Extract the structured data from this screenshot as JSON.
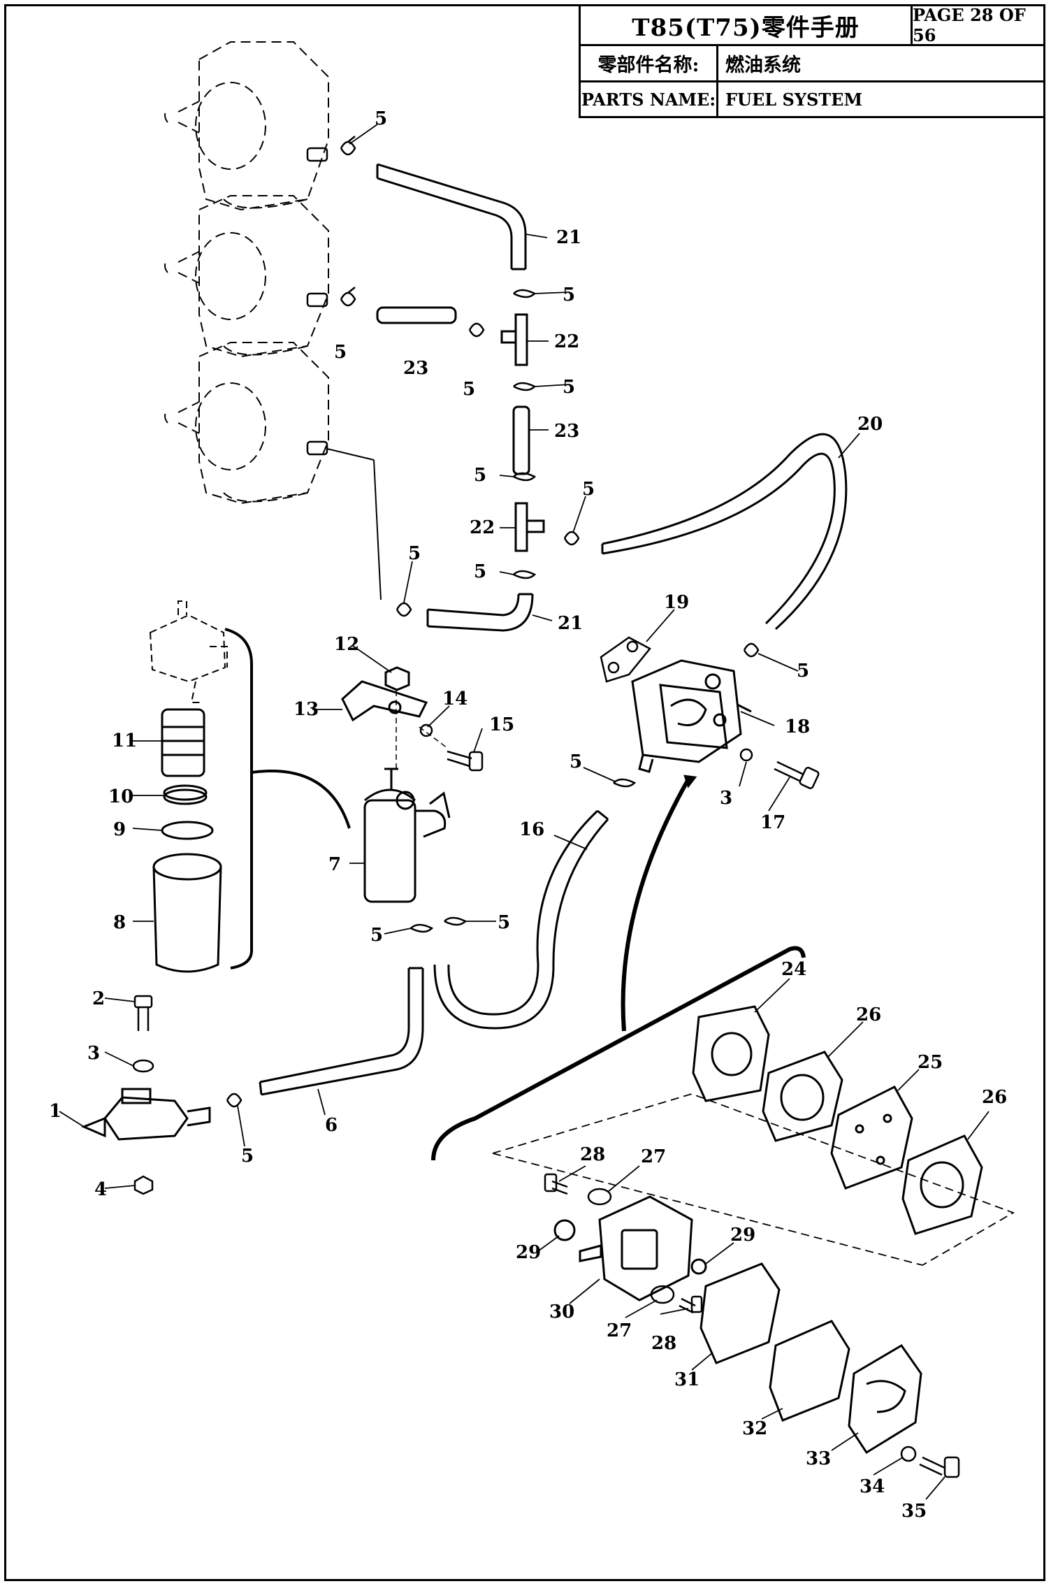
{
  "header": {
    "model": "T85(T75)零件手册",
    "page": "PAGE 28 OF 56",
    "name_label_cn": "零部件名称:",
    "name_value_cn": "燃油系统",
    "name_label_en": "PARTS NAME:",
    "name_value_en": "FUEL SYSTEM"
  },
  "callouts": [
    "1",
    "2",
    "3",
    "4",
    "5",
    "6",
    "7",
    "8",
    "9",
    "10",
    "11",
    "12",
    "13",
    "14",
    "15",
    "16",
    "17",
    "18",
    "19",
    "20",
    "21",
    "22",
    "23",
    "24",
    "25",
    "26",
    "27",
    "28",
    "29",
    "30",
    "31",
    "32",
    "33",
    "34",
    "35"
  ]
}
